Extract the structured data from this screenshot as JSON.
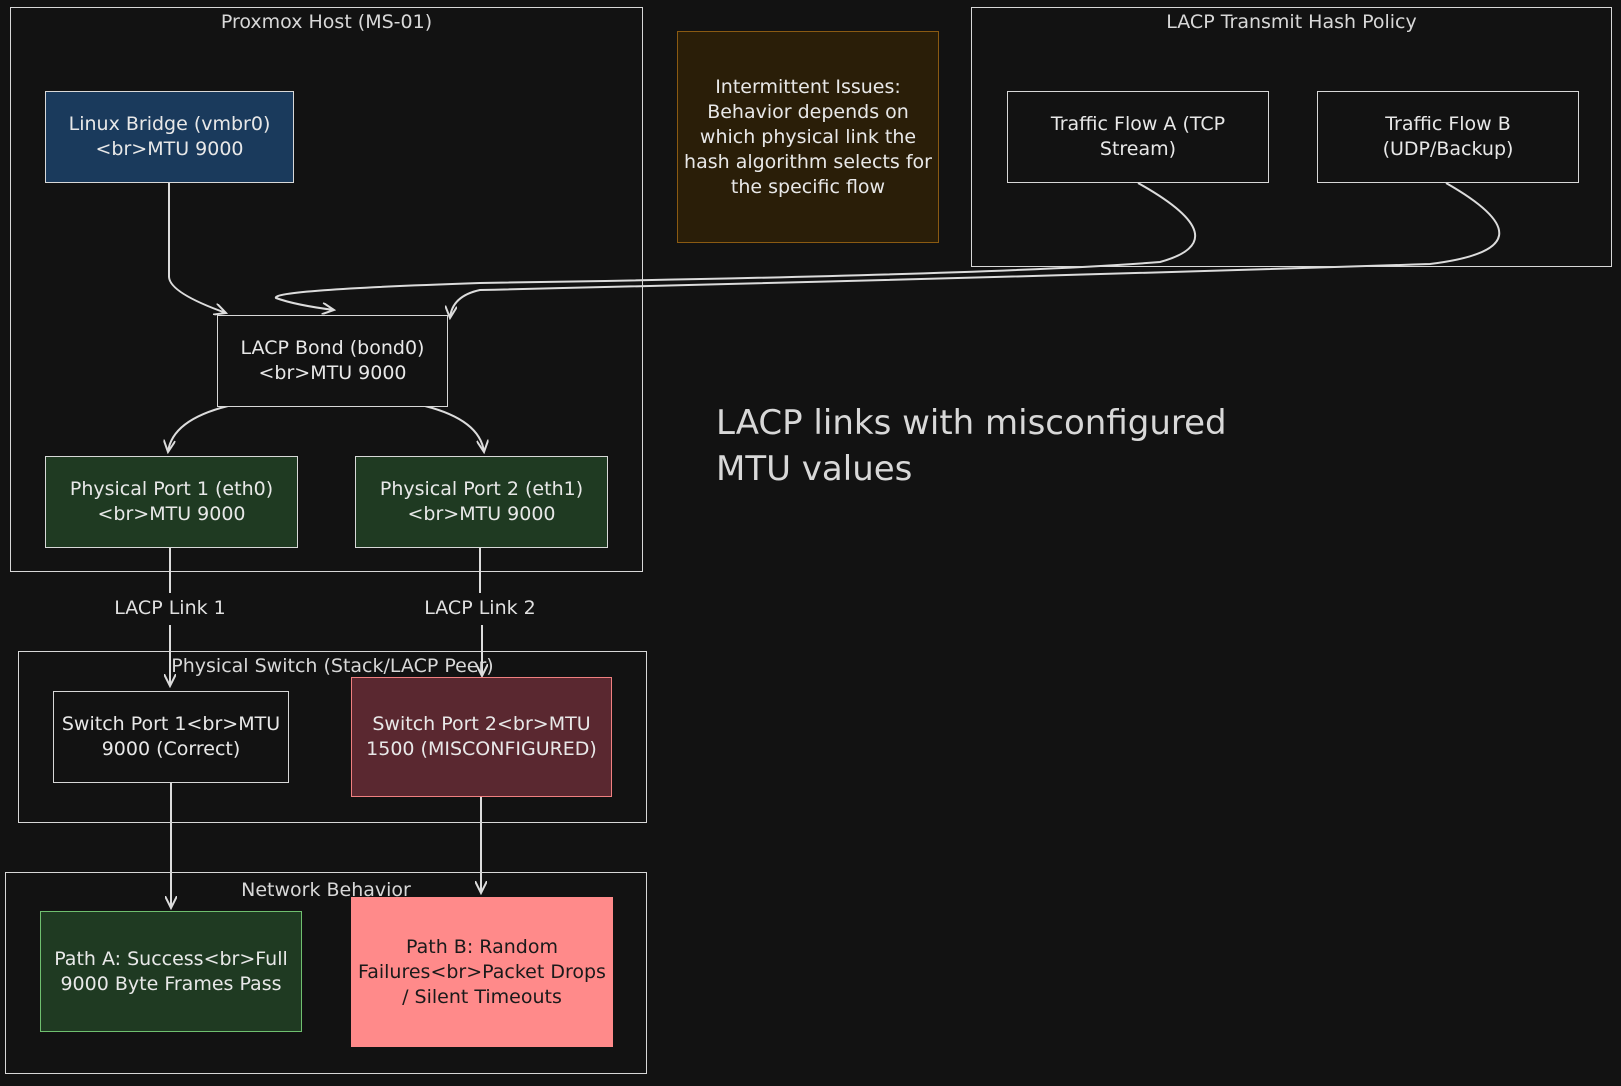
{
  "colors": {
    "background": "#121212",
    "stroke": "#d8d8d8",
    "bridge_fill": "#1a3a5c",
    "port_fill": "#1f3a22",
    "misconfigured_fill": "#5a2830",
    "misconfigured_border": "#f08080",
    "success_fill": "#1f3a22",
    "success_border": "#6fbf6f",
    "failure_fill": "#ff8a8a",
    "note_fill": "#2a1e08",
    "note_border": "#8a5a12"
  },
  "groups": {
    "host": "Proxmox Host (MS-01)",
    "hash_policy": "LACP Transmit Hash Policy",
    "switch": "Physical Switch (Stack/LACP Peer)",
    "behavior": "Network Behavior"
  },
  "nodes": {
    "bridge": "Linux Bridge (vmbr0) <br>MTU 9000",
    "bond": "LACP Bond (bond0) <br>MTU 9000",
    "eth0": "Physical Port 1 (eth0) <br>MTU 9000",
    "eth1": "Physical Port 2 (eth1) <br>MTU 9000",
    "note": "Intermittent Issues: Behavior depends on which physical link the hash algorithm selects for the specific flow",
    "flow_a": "Traffic Flow A (TCP Stream)",
    "flow_b": "Traffic Flow B (UDP/Backup)",
    "switch_port_1": "Switch Port 1<br>MTU 9000 (Correct)",
    "switch_port_2": "Switch Port 2<br>MTU 1500 (MISCONFIGURED)",
    "path_a": "Path A: Success<br>Full 9000 Byte Frames Pass",
    "path_b": "Path B: Random Failures<br>Packet Drops / Silent Timeouts"
  },
  "edge_labels": {
    "link1": "LACP Link 1",
    "link2": "LACP Link 2"
  },
  "annotation": "LACP links with misconfigured MTU values"
}
